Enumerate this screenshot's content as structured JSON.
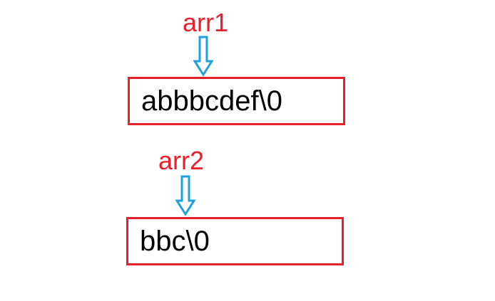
{
  "pointers": [
    {
      "label": "arr1",
      "arrow_icon": "down-arrow-icon"
    },
    {
      "label": "arr2",
      "arrow_icon": "down-arrow-icon"
    }
  ],
  "strings": [
    {
      "value": "abbbcdef\\0"
    },
    {
      "value": "bbc\\0"
    }
  ],
  "colors": {
    "label": "#e8202a",
    "box_border": "#e8202a",
    "arrow": "#1e9fe0",
    "text": "#000000"
  }
}
